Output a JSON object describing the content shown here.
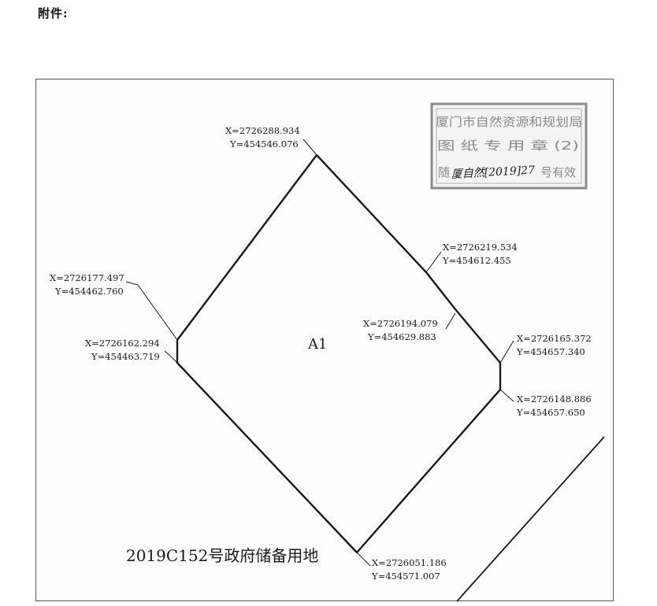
{
  "document": {
    "heading": "附件:"
  },
  "plan": {
    "plot_label": "A1",
    "title": "2019C152号政府储备用地",
    "coordinates": [
      {
        "x_label": "X=2726288.934",
        "y_label": "Y=454546.076"
      },
      {
        "x_label": "X=2726219.534",
        "y_label": "Y=454612.455"
      },
      {
        "x_label": "X=2726177.497",
        "y_label": "Y=454462.760"
      },
      {
        "x_label": "X=2726194.079",
        "y_label": "Y=454629.883"
      },
      {
        "x_label": "X=2726162.294",
        "y_label": "Y=454463.719"
      },
      {
        "x_label": "X=2726165.372",
        "y_label": "Y=454657.340"
      },
      {
        "x_label": "X=2726148.886",
        "y_label": "Y=454657.650"
      },
      {
        "x_label": "X=2726051.186",
        "y_label": "Y=454571.007"
      }
    ]
  },
  "stamp": {
    "line1": "厦门市自然资源和规划局",
    "line2": "图 纸 专 用 章 (2)",
    "line3_left": "随",
    "line3_right": "号有效",
    "handwriting": "厦自然[2019]27"
  }
}
